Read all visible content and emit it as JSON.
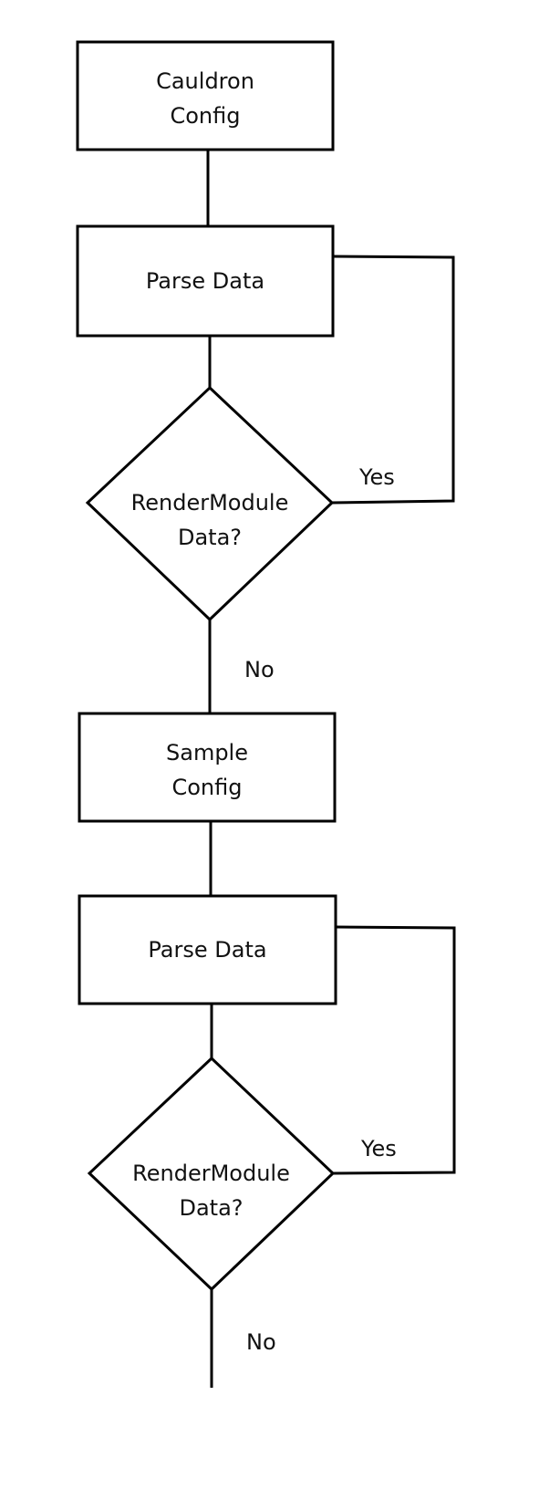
{
  "diagram": {
    "stroke_color": "#000000",
    "text_color": "#111111",
    "nodes": {
      "cauldron_config": {
        "line1": "Cauldron",
        "line2": "Config"
      },
      "parse_data_1": {
        "text": "Parse Data"
      },
      "decision_1": {
        "line1": "RenderModule",
        "line2": "Data?"
      },
      "sample_config": {
        "line1": "Sample",
        "line2": "Config"
      },
      "parse_data_2": {
        "text": "Parse Data"
      },
      "decision_2": {
        "line1": "RenderModule",
        "line2": "Data?"
      }
    },
    "edges": {
      "yes_1": "Yes",
      "no_1": "No",
      "yes_2": "Yes",
      "no_2": "No"
    }
  }
}
